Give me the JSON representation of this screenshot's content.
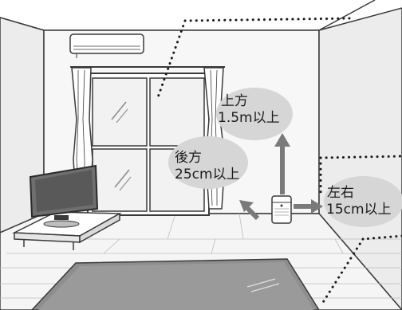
{
  "labels": {
    "above": [
      "上方",
      "1.5m以上"
    ],
    "behind": [
      "後方",
      "25cm以上"
    ],
    "sides": [
      "左右",
      "15cm以上"
    ]
  },
  "colors": {
    "wall": "#ededed",
    "back_wall": "#f7f7f7",
    "floor": "#f5f5f5",
    "rug": "#8e8e8e",
    "bubble": "#d6d6d6",
    "arrow": "#7a7a7a",
    "line": "#3a3a3a"
  }
}
